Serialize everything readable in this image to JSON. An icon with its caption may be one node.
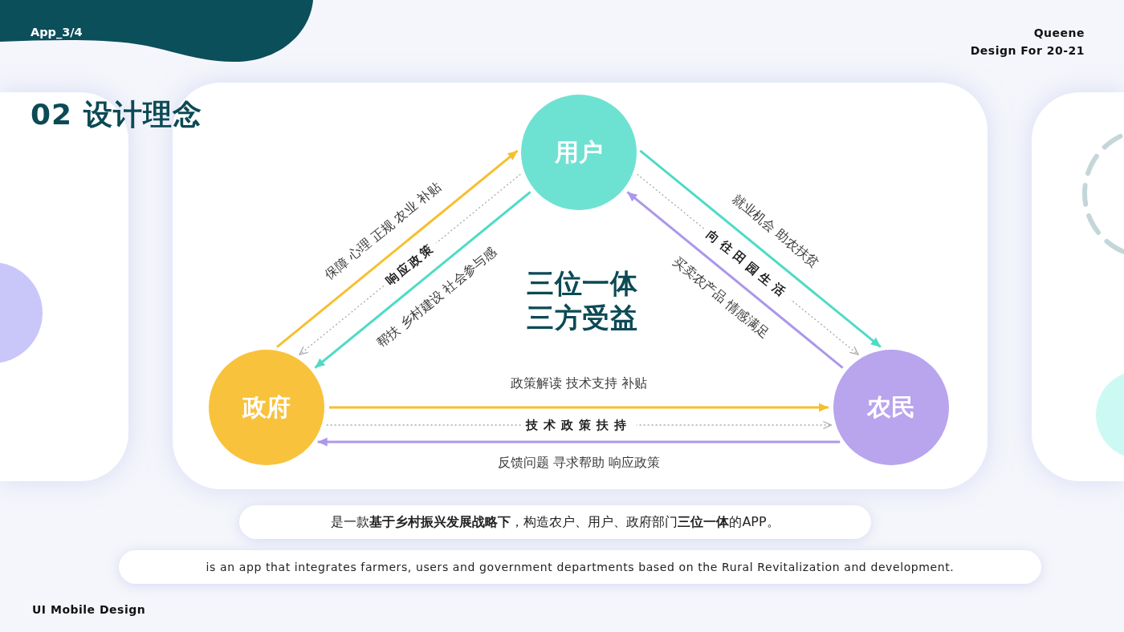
{
  "diagram": {
    "title": "02 设计理念",
    "nodes": [
      {
        "text": [
          "App_3/4"
        ]
      },
      {
        "text": [
          "用户"
        ]
      },
      {
        "text": [
          "政府"
        ]
      },
      {
        "text": [
          "农民"
        ]
      },
      {
        "text": [
          "是一款**基于乡村振兴发展战略下**，构造农户、用户、政府部门**三位一体**的APP。"
        ]
      },
      {
        "text": [
          "is an app that integrates farmers, users and government departments based on the Rural Revitalization and development."
        ]
      },
      {
        "text": [],
        "shape": "circle"
      },
      {
        "text": [],
        "shape": "circle"
      },
      {
        "text": [],
        "shape": "circle"
      }
    ],
    "edges": [
      {
        "from": 2,
        "to": 1,
        "arrow": "to",
        "label": "保障 心理 正规 农业 补贴",
        "color": "#f6bf2e"
      },
      {
        "from": 1,
        "to": 2,
        "arrow": "to",
        "label": "响应政策",
        "style": "dashed"
      },
      {
        "from": 1,
        "to": 2,
        "arrow": "to",
        "label": "帮扶 乡村建设 社会参与感",
        "color": "#4edbc6"
      },
      {
        "from": 1,
        "to": 3,
        "arrow": "to",
        "label": "就业机会 助农扶贫",
        "color": "#4edbc6"
      },
      {
        "from": 1,
        "to": 3,
        "arrow": "to",
        "label": "向往田园生活",
        "style": "dashed"
      },
      {
        "from": 3,
        "to": 1,
        "arrow": "to",
        "label": "买卖农产品 情感满足",
        "color": "#ad97ea"
      },
      {
        "from": 2,
        "to": 3,
        "arrow": "to",
        "label": "政策解读 技术支持 补贴",
        "color": "#f6bf2e"
      },
      {
        "from": 2,
        "to": 3,
        "arrow": "to",
        "label": "技术政策扶持",
        "style": "dashed"
      },
      {
        "from": 3,
        "to": 2,
        "arrow": "to",
        "label": "反馈问题 寻求帮助 响应政策",
        "color": "#ad97ea"
      }
    ],
    "labels": [
      "Queene",
      "Design For 20-21",
      "三位一体",
      "三方受益",
      "UI Mobile Design"
    ]
  }
}
